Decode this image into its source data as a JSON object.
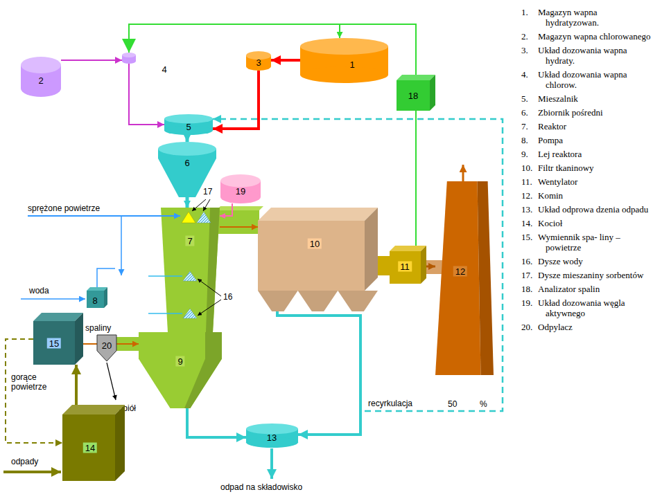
{
  "diagram": {
    "nodes": [
      {
        "text": [
          "1"
        ]
      },
      {
        "text": [
          "2"
        ]
      },
      {
        "text": [
          "3"
        ]
      },
      {
        "text": [
          "4"
        ]
      },
      {
        "text": [
          "5"
        ]
      },
      {
        "text": [
          "6"
        ]
      },
      {
        "text": [
          "7"
        ]
      },
      {
        "text": [
          "8"
        ]
      },
      {
        "text": [
          "9"
        ]
      },
      {
        "text": [
          "10"
        ]
      },
      {
        "text": [
          "11"
        ]
      },
      {
        "text": [
          "12"
        ]
      },
      {
        "text": [
          "13"
        ]
      },
      {
        "text": [
          "14"
        ]
      },
      {
        "text": [
          "15"
        ]
      },
      {
        "text": [
          "18"
        ]
      },
      {
        "text": [
          "19"
        ]
      },
      {
        "text": [
          "20"
        ]
      }
    ],
    "edges": [
      {
        "from": 0,
        "to": 2,
        "arrow": "to"
      },
      {
        "from": 2,
        "to": 4,
        "arrow": "to"
      },
      {
        "from": 1,
        "to": 3,
        "arrow": "to"
      },
      {
        "from": 3,
        "to": 4,
        "arrow": "to"
      },
      {
        "from": 10,
        "to": 15,
        "arrow": "none"
      },
      {
        "from": 15,
        "to": 3,
        "arrow": "to"
      },
      {
        "from": 15,
        "to": 0,
        "arrow": "to"
      },
      {
        "from": 4,
        "to": 5,
        "arrow": "to"
      },
      {
        "from": 5,
        "to": 6,
        "arrow": "to"
      },
      {
        "from": 16,
        "to": 6,
        "arrow": "to"
      },
      {
        "from": 6,
        "to": 9,
        "arrow": "to"
      },
      {
        "from": 9,
        "to": 10,
        "arrow": "none"
      },
      {
        "from": 10,
        "to": 11,
        "arrow": "to"
      },
      {
        "from": 9,
        "to": 12,
        "arrow": "to"
      },
      {
        "from": 9,
        "to": 4,
        "label": "recyrkulacja",
        "arrow": "to"
      },
      {
        "from": 8,
        "to": 12,
        "arrow": "to"
      },
      {
        "from": 13,
        "to": 14,
        "arrow": "to"
      },
      {
        "from": 14,
        "to": 13,
        "arrow": "to"
      },
      {
        "from": 14,
        "to": 17,
        "label": "spaliny",
        "arrow": "none"
      },
      {
        "from": 17,
        "to": 8,
        "arrow": "to"
      }
    ],
    "labels": [
      "sprężone powietrze",
      "woda",
      "16",
      "17",
      "gorące powietrze",
      "odpady",
      "popiół",
      "odpad na składowisko",
      "50",
      "%",
      "1.",
      "Magazyn wapna hydratyzowan.",
      "2.",
      "Magazyn wapna chlorowanego",
      "3.",
      "Układ dozowania wapna hydraty.",
      "4.",
      "Układ dozowania wapna chlorow.",
      "5.",
      "Mieszalnik",
      "6.",
      "Zbiornik pośredni",
      "7.",
      "Reaktor",
      "8.",
      "Pompa",
      "9.",
      "Lej reaktora",
      "10.",
      "Filtr tkaninowy",
      "11.",
      "Wentylator",
      "12.",
      "Komin",
      "13.",
      "Układ odprowa dzenia odpadu",
      "14.",
      "Kocioł",
      "15.",
      "Wymiennik spa- liny – powietrze",
      "16.",
      "Dysze wody",
      "17.",
      "Dysze mieszaniny sorbentów",
      "18.",
      "Analizator spalin",
      "19.",
      "Układ dozowania węgla aktywnego",
      "20.",
      "Odpylacz"
    ]
  }
}
